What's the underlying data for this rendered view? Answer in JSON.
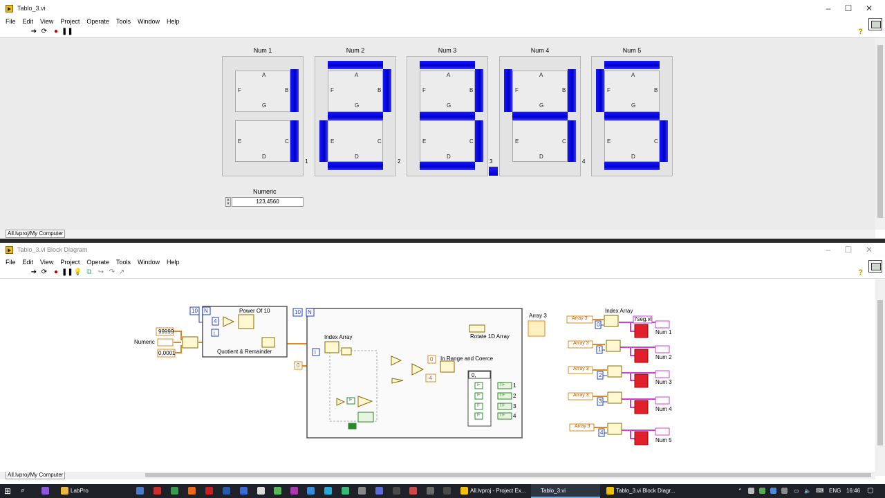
{
  "front_panel": {
    "title": "Tablo_3.vi",
    "menu": [
      "File",
      "Edit",
      "View",
      "Project",
      "Operate",
      "Tools",
      "Window",
      "Help"
    ],
    "digits": [
      {
        "label": "Num 1",
        "dp": "1",
        "segments": {
          "a": false,
          "b": true,
          "c": true,
          "d": false,
          "e": false,
          "f": false,
          "g": false
        }
      },
      {
        "label": "Num 2",
        "dp": "2",
        "segments": {
          "a": true,
          "b": true,
          "c": false,
          "d": true,
          "e": true,
          "f": false,
          "g": true
        }
      },
      {
        "label": "Num 3",
        "dp": "3",
        "segments": {
          "a": true,
          "b": true,
          "c": true,
          "d": true,
          "e": false,
          "f": false,
          "g": true
        }
      },
      {
        "label": "Num 4",
        "dp": "4",
        "segments": {
          "a": false,
          "b": true,
          "c": true,
          "d": false,
          "e": false,
          "f": true,
          "g": true
        }
      },
      {
        "label": "Num 5",
        "dp": "",
        "segments": {
          "a": true,
          "b": false,
          "c": true,
          "d": true,
          "e": false,
          "f": true,
          "g": true
        }
      }
    ],
    "segment_letters": {
      "a": "A",
      "b": "B",
      "c": "C",
      "d": "D",
      "e": "E",
      "f": "F",
      "g": "G"
    },
    "dp_on_index": 2,
    "numeric": {
      "label": "Numeric",
      "value": "123,4560"
    },
    "path": "All.lvproj/My Computer"
  },
  "block_diagram": {
    "title": "Tablo_3.vi Block Diagram",
    "menu": [
      "File",
      "Edit",
      "View",
      "Project",
      "Operate",
      "Tools",
      "Window",
      "Help"
    ],
    "path": "All.lvproj/My Computer",
    "labels": {
      "numeric": "Numeric",
      "const_max": "99999",
      "const_min": "0,0001",
      "loop1_count": "10",
      "loop1_n": "N",
      "loop1_i": "i",
      "power_of_10": "Power Of 10",
      "four": "4",
      "quotient": "Quotient & Remainder",
      "loop2_count": "10",
      "loop2_n": "N",
      "index_array": "Index Array",
      "loop2_i": "i",
      "zero_left": "0",
      "zero_mid": "0",
      "minus4": "-4",
      "in_range": "In Range and Coerce",
      "rotate": "Rotate 1D Array",
      "array3": "Array 3",
      "case_sel": "0,",
      "case_rows": [
        "1",
        "2",
        "3",
        "4"
      ],
      "index_array_right": "Index Array",
      "seg_const": "7seg.vi",
      "array3_refs": [
        "Array 3",
        "Array 3",
        "Array 3",
        "Array 3",
        "Array 3"
      ],
      "idx_consts": [
        "0",
        "1",
        "2",
        "3",
        "4"
      ],
      "num_outputs": [
        "Num 1",
        "Num 2",
        "Num 3",
        "Num 4",
        "Num 5"
      ],
      "tf": "TF",
      "f": "F"
    }
  },
  "taskbar": {
    "tasks": [
      {
        "label": "LabPro",
        "active": false
      },
      {
        "label": "All.lvproj - Project Ex...",
        "active": false
      },
      {
        "label": "Tablo_3.vi",
        "active": true
      },
      {
        "label": "Tablo_3.vi Block Diagr...",
        "active": false
      }
    ],
    "lang": "ENG",
    "clock": "16:46"
  },
  "colors": {
    "segment_on": "#0000c8",
    "wire_orange": "#e08a1e",
    "wire_blue": "#1e3cc8",
    "wire_green": "#2a8a2a",
    "wire_pink": "#d040d0",
    "indicator_red": "#e0202a"
  }
}
